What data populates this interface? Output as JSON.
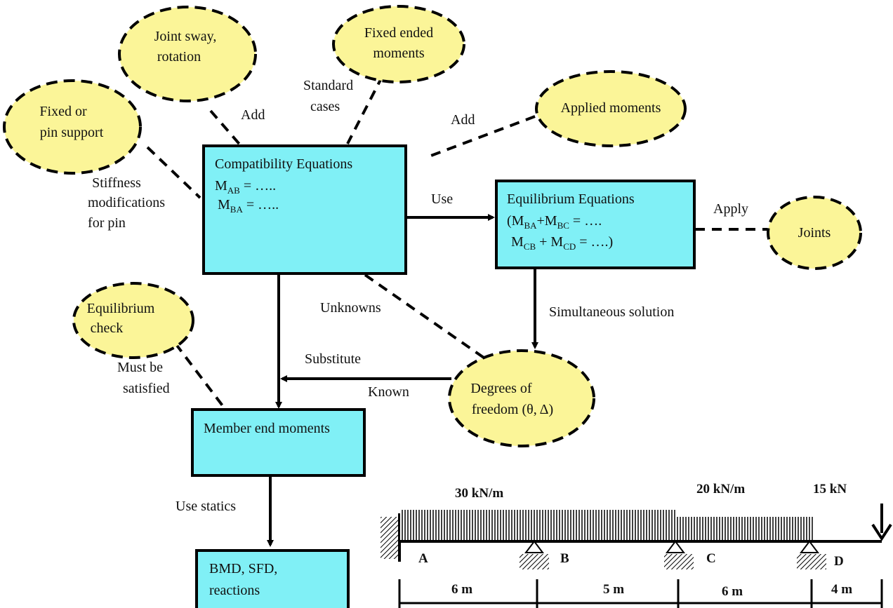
{
  "ellipses": {
    "joint_sway": [
      "Joint sway,",
      "rotation"
    ],
    "fixed_ended": [
      "Fixed ended",
      "moments"
    ],
    "fixed_pin": [
      "Fixed or",
      "pin support"
    ],
    "applied_moments": "Applied moments",
    "joints": "Joints",
    "equilibrium_check": [
      "Equilibrium",
      "check"
    ],
    "dof": [
      "Degrees of",
      "freedom (θ, Δ)"
    ]
  },
  "boxes": {
    "compatibility": {
      "title": "Compatibility Equations",
      "line1_main": "M",
      "line1_sub": "AB",
      "line1_rest": " = …..",
      "line2_main": "M",
      "line2_sub": "BA",
      "line2_rest": "  = ….."
    },
    "equilibrium": {
      "title": "Equilibrium Equations",
      "l1_a": "(M",
      "l1_a_sub": "BA",
      "l1_b": "+M",
      "l1_b_sub": "BC",
      "l1_c": "  = ….",
      "l2_a": "M",
      "l2_a_sub": "CB",
      "l2_b": " + M",
      "l2_b_sub": "CD",
      "l2_c": " = ….)"
    },
    "member_end": "Member end moments",
    "bmd": [
      "BMD, SFD,",
      "reactions"
    ]
  },
  "labels": {
    "add1": "Add",
    "standard": [
      "Standard",
      "cases"
    ],
    "add2": "Add",
    "stiffness": [
      "Stiffness",
      "modifications",
      "for pin"
    ],
    "use": "Use",
    "apply": "Apply",
    "unknowns": "Unknowns",
    "simultaneous": "Simultaneous solution",
    "substitute": "Substitute",
    "known": "Known",
    "must_be": [
      "Must be",
      "satisfied"
    ],
    "use_statics": "Use statics"
  },
  "beam": {
    "loads": [
      "30 kN/m",
      "20 kN/m",
      "15 kN"
    ],
    "supports": [
      "A",
      "B",
      "C",
      "D"
    ],
    "spans": [
      "6 m",
      "5 m",
      "6 m",
      "4 m"
    ]
  }
}
